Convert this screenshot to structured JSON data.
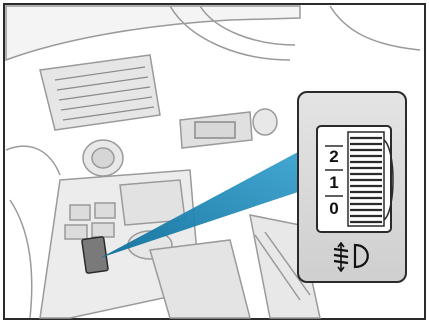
{
  "illustration": {
    "subject": "headlight-leveling-dial",
    "callout": {
      "dial_markings": [
        "2",
        "1",
        "0"
      ],
      "symbol": "headlight-leveling-icon"
    },
    "colors": {
      "frame": "#2b2b2b",
      "line_art": "#9a9a9a",
      "panel_fill": "#e9e9e9",
      "callout_fill": "#d9d9d9",
      "pointer_beam": "#1f86b5",
      "highlight_switch": "#7a7a7a"
    }
  }
}
